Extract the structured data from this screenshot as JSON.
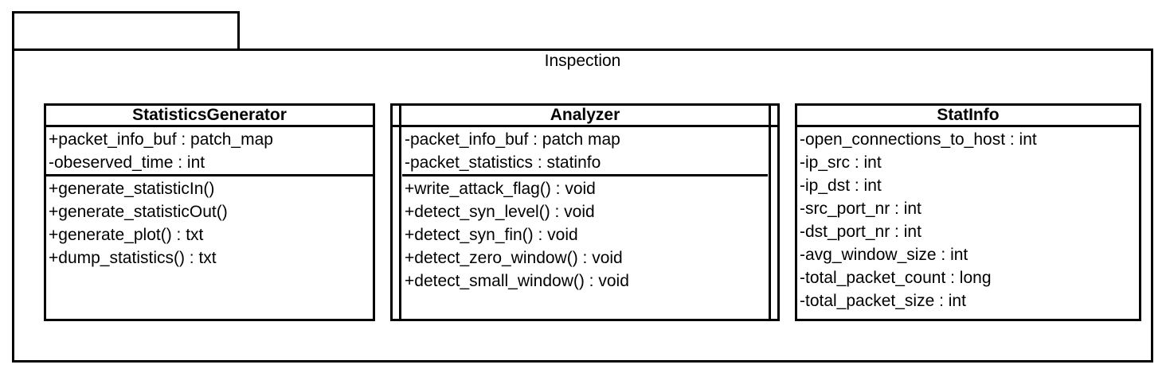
{
  "package": {
    "name": "Inspection"
  },
  "classes": [
    {
      "name": "StatisticsGenerator",
      "attributes": [
        "+packet_info_buf : patch_map",
        "-obeserved_time : int"
      ],
      "methods": [
        "+generate_statisticIn()",
        "+generate_statisticOut()",
        "+generate_plot() : txt",
        "+dump_statistics() : txt"
      ]
    },
    {
      "name": "Analyzer",
      "active_class": true,
      "attributes": [
        "-packet_info_buf : patch map",
        "-packet_statistics : statinfo"
      ],
      "methods": [
        "+write_attack_flag() : void",
        "+detect_syn_level() : void",
        "+detect_syn_fin() : void",
        "+detect_zero_window() : void",
        "+detect_small_window() : void"
      ]
    },
    {
      "name": "StatInfo",
      "attributes": [
        "-open_connections_to_host : int",
        "-ip_src : int",
        "-ip_dst : int",
        "-src_port_nr : int",
        "-dst_port_nr : int",
        "-avg_window_size : int",
        "-total_packet_count : long",
        "-total_packet_size : int"
      ],
      "methods": []
    }
  ],
  "colors": {
    "line": "#000000",
    "background": "#ffffff"
  }
}
